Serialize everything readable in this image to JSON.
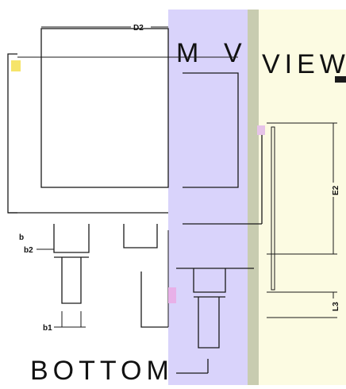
{
  "diagram": {
    "title_left": "BOTTOM",
    "title_right": "VIEW",
    "title_fragment_top": "M",
    "labels": {
      "d2": "D2",
      "e2": "E2",
      "l3": "L3",
      "b1": "b1",
      "b2": "b2",
      "b": "b"
    },
    "colors": {
      "white_panel": "#ffffff",
      "lavender_panel": "#d9d3fb",
      "grey_strip": "#c8ccb0",
      "cream_panel": "#fcfbe2",
      "line": "#1a1a1a"
    }
  }
}
